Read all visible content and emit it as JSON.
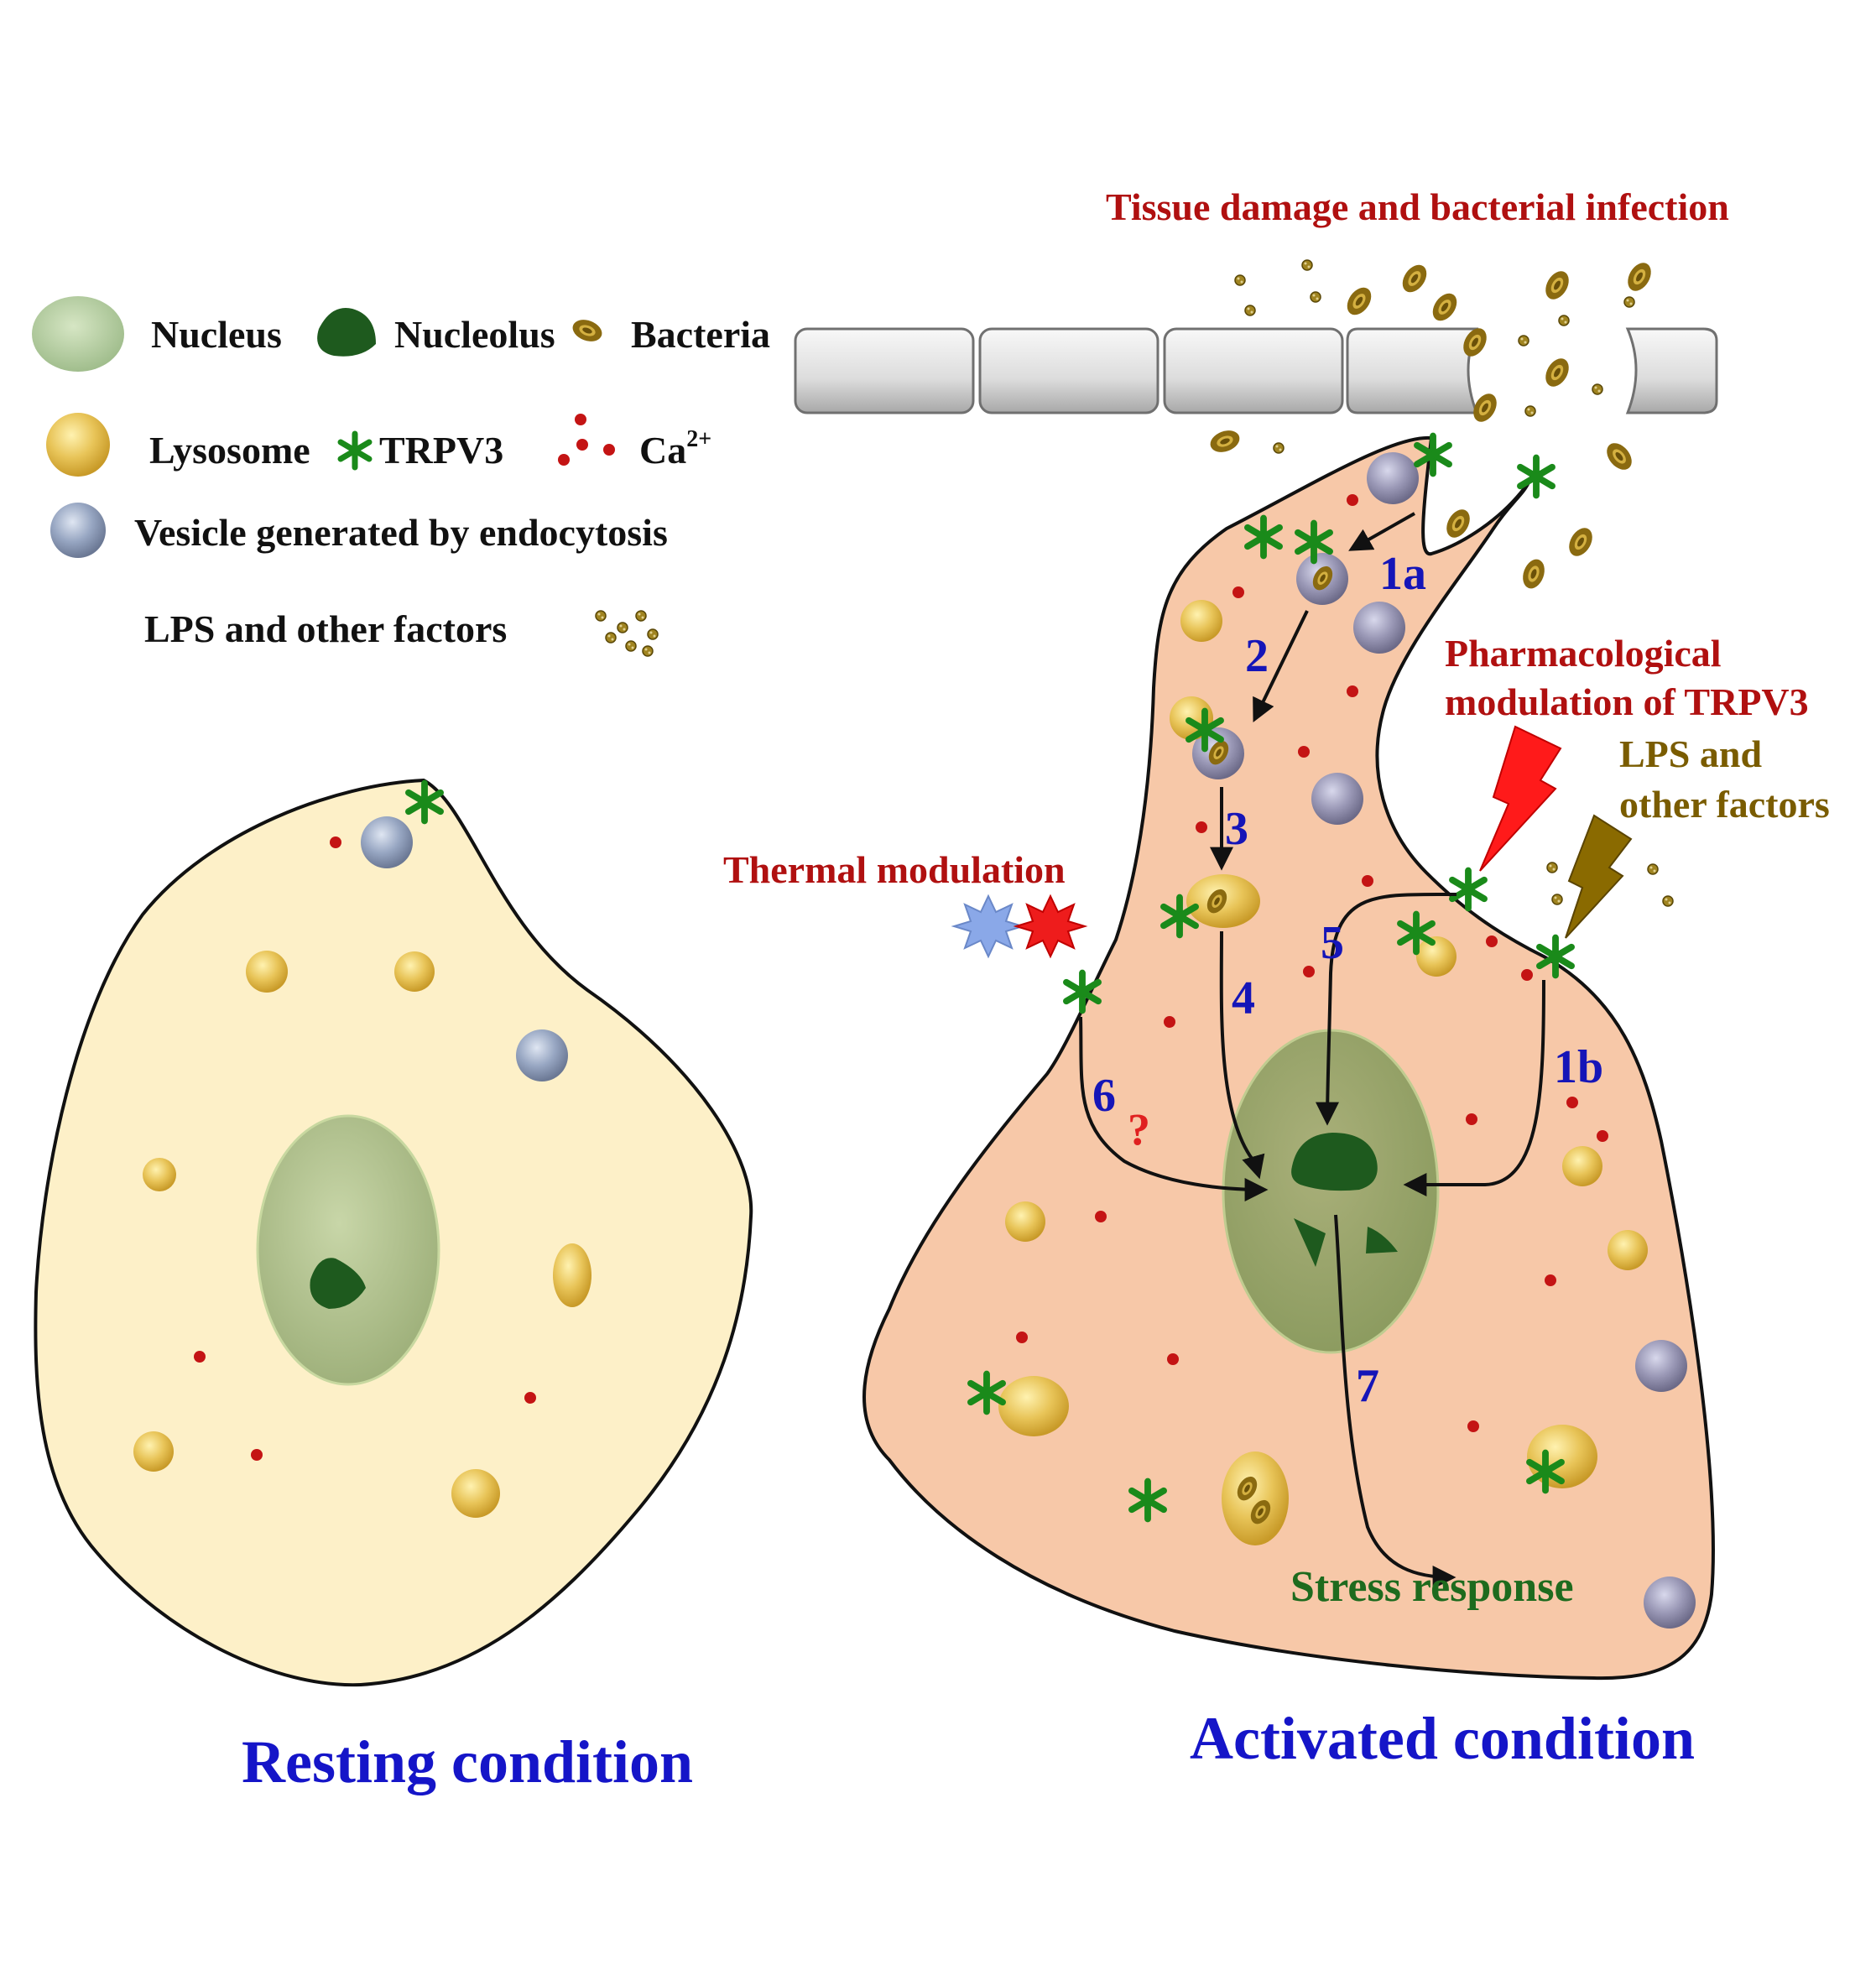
{
  "legend": {
    "nucleus": "Nucleus",
    "nucleolus": "Nucleolus",
    "bacteria": "Bacteria",
    "lysosome": "Lysosome",
    "trpv3": "TRPV3",
    "calcium": "Ca",
    "calcium_sup": "2+",
    "vesicle": "Vesicle generated by endocytosis",
    "lps": "LPS and other factors"
  },
  "labels": {
    "tissue_damage": "Tissue damage and bacterial infection",
    "pharmacological_1": "Pharmacological",
    "pharmacological_2": "modulation of TRPV3",
    "lps_1": "LPS and",
    "lps_2": "other factors",
    "thermal": "Thermal modulation",
    "stress": "Stress response",
    "question": "?"
  },
  "steps": [
    "1a",
    "2",
    "3",
    "4",
    "5",
    "1b",
    "6",
    "7"
  ],
  "conditions": {
    "resting": "Resting condition",
    "activated": "Activated condition"
  },
  "colors": {
    "resting_cell": "#fdf0c8",
    "activated_cell": "#f7c8a8",
    "nucleus": "#a8b880",
    "nucleolus": "#1e5a1e",
    "trpv3": "#1a8a1a",
    "calcium": "#c41414",
    "step_number": "#1515b8",
    "lysosome": "#e8c050",
    "vesicle": "#8f9cb8",
    "bacteria": "#8a6a10"
  }
}
